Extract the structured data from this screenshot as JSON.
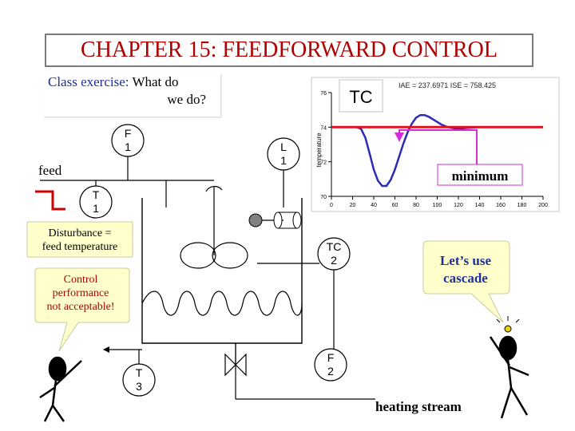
{
  "title": "CHAPTER 15: FEEDFORWARD CONTROL",
  "exercise": {
    "label": "Class exercise:",
    "text_line1": " What do",
    "text_line2": "we do?"
  },
  "labels": {
    "feed": "feed",
    "heating_stream": "heating stream",
    "minimum": "minimum",
    "tc_tag": "TC"
  },
  "instruments": {
    "F1": {
      "letter": "F",
      "number": "1"
    },
    "L1": {
      "letter": "L",
      "number": "1"
    },
    "T1": {
      "letter": "T",
      "number": "1"
    },
    "TC2": {
      "letter": "TC",
      "number": "2"
    },
    "T3": {
      "letter": "T",
      "number": "3"
    },
    "F2": {
      "letter": "F",
      "number": "2"
    }
  },
  "callouts": {
    "disturbance": {
      "line1": "Disturbance =",
      "line2": "feed temperature"
    },
    "control": {
      "line1": "Control",
      "line2": "performance",
      "line3": "not acceptable!"
    },
    "cascade": {
      "line1": "Let’s use",
      "line2": "cascade"
    }
  },
  "colors": {
    "title": "#b00000",
    "exercise_label": "#1f2f9a",
    "callout_fill": "#ffffcc",
    "response_line": "#2b2bb3",
    "setpoint_line": "#e0141e",
    "minimum_arrow": "#d62cd6",
    "tc_box_border": "#c0c0c0",
    "cascade_text": "#1f2f9a",
    "control_text": "#b00000"
  },
  "chart_data": {
    "type": "line",
    "title": "IAE = 237.6971 ISE = 758.425",
    "xlabel": "",
    "ylabel": "temperature",
    "xlim": [
      0,
      200
    ],
    "ylim": [
      70,
      76
    ],
    "xticks": [
      0,
      20,
      40,
      60,
      80,
      100,
      120,
      140,
      160,
      180,
      200
    ],
    "yticks": [
      70,
      72,
      74,
      76
    ],
    "grid": false,
    "series": [
      {
        "name": "",
        "role": "response",
        "x": [
          0,
          4,
          8,
          12,
          16,
          20,
          24,
          28,
          32,
          36,
          40,
          44,
          48,
          52,
          56,
          60,
          64,
          68,
          72,
          76,
          80,
          84,
          88,
          92,
          96,
          100,
          104,
          108,
          112,
          116,
          120,
          124,
          128,
          132,
          136,
          140,
          144,
          148,
          152,
          156,
          160,
          164,
          168,
          172,
          176,
          180,
          184,
          188,
          192,
          196,
          200
        ],
        "y": [
          74.0,
          74.0,
          74.0,
          74.0,
          74.0,
          74.0,
          74.0,
          73.9,
          73.4,
          72.5,
          71.55,
          70.9,
          70.6,
          70.6,
          70.95,
          71.55,
          72.3,
          73.05,
          73.7,
          74.2,
          74.55,
          74.7,
          74.7,
          74.6,
          74.45,
          74.3,
          74.15,
          74.05,
          73.98,
          73.93,
          73.92,
          73.93,
          73.95,
          73.97,
          73.99,
          74.0,
          74.0,
          74.0,
          74.0,
          74.0,
          74.0,
          74.0,
          74.0,
          74.0,
          74.0,
          74.0,
          74.0,
          74.0,
          74.0,
          74.0,
          74.0
        ]
      },
      {
        "name": "",
        "role": "setpoint",
        "x": [
          0,
          200
        ],
        "y": [
          74.0,
          74.0
        ]
      }
    ]
  }
}
